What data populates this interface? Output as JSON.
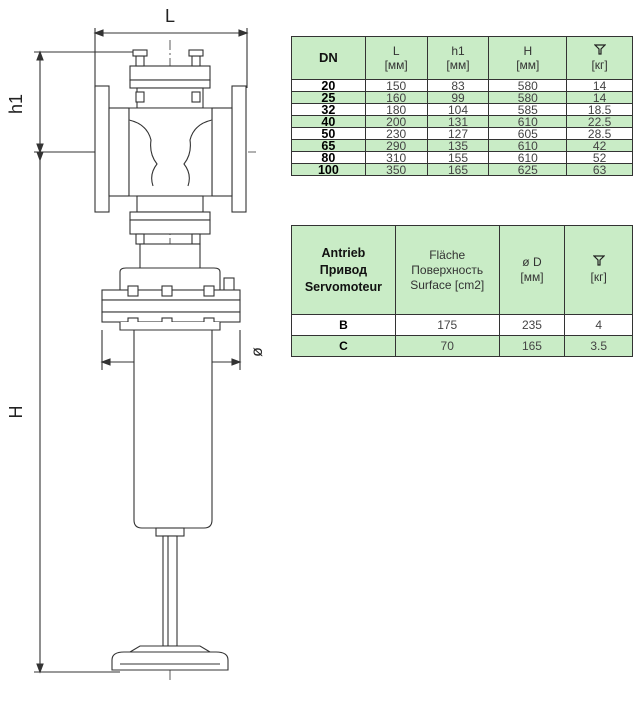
{
  "drawing": {
    "dim_L": "L",
    "dim_h1": "h1",
    "dim_H": "H",
    "dim_D": "ø"
  },
  "dn_table": {
    "headers": {
      "dn": "DN",
      "l": "L",
      "l_unit": "[мм]",
      "h1": "h1",
      "h1_unit": "[мм]",
      "h": "H",
      "h_unit": "[мм]",
      "weight_icon": "weight-icon",
      "weight_unit": "[кг]"
    },
    "rows": [
      {
        "dn": "20",
        "l": "150",
        "h1": "83",
        "h": "580",
        "w": "14"
      },
      {
        "dn": "25",
        "l": "160",
        "h1": "99",
        "h": "580",
        "w": "14"
      },
      {
        "dn": "32",
        "l": "180",
        "h1": "104",
        "h": "585",
        "w": "18.5"
      },
      {
        "dn": "40",
        "l": "200",
        "h1": "131",
        "h": "610",
        "w": "22.5"
      },
      {
        "dn": "50",
        "l": "230",
        "h1": "127",
        "h": "605",
        "w": "28.5"
      },
      {
        "dn": "65",
        "l": "290",
        "h1": "135",
        "h": "610",
        "w": "42"
      },
      {
        "dn": "80",
        "l": "310",
        "h1": "155",
        "h": "610",
        "w": "52"
      },
      {
        "dn": "100",
        "l": "350",
        "h1": "165",
        "h": "625",
        "w": "63"
      }
    ]
  },
  "actuator_table": {
    "headers": {
      "antrieb": "Antrieb",
      "privod": "Привод",
      "servomoteur": "Servomoteur",
      "flaeche": "Fläche",
      "poverkhnost": "Поверхность",
      "surface": "Surface [cm2]",
      "d": "ø D",
      "d_unit": "[мм]",
      "weight_icon": "weight-icon",
      "weight_unit": "[кг]"
    },
    "rows": [
      {
        "code": "B",
        "surface": "175",
        "d": "235",
        "w": "4"
      },
      {
        "code": "C",
        "surface": "70",
        "d": "165",
        "w": "3.5"
      }
    ]
  },
  "colors": {
    "table_green": "#c9ecc6",
    "line": "#333333",
    "border": "#333333"
  }
}
